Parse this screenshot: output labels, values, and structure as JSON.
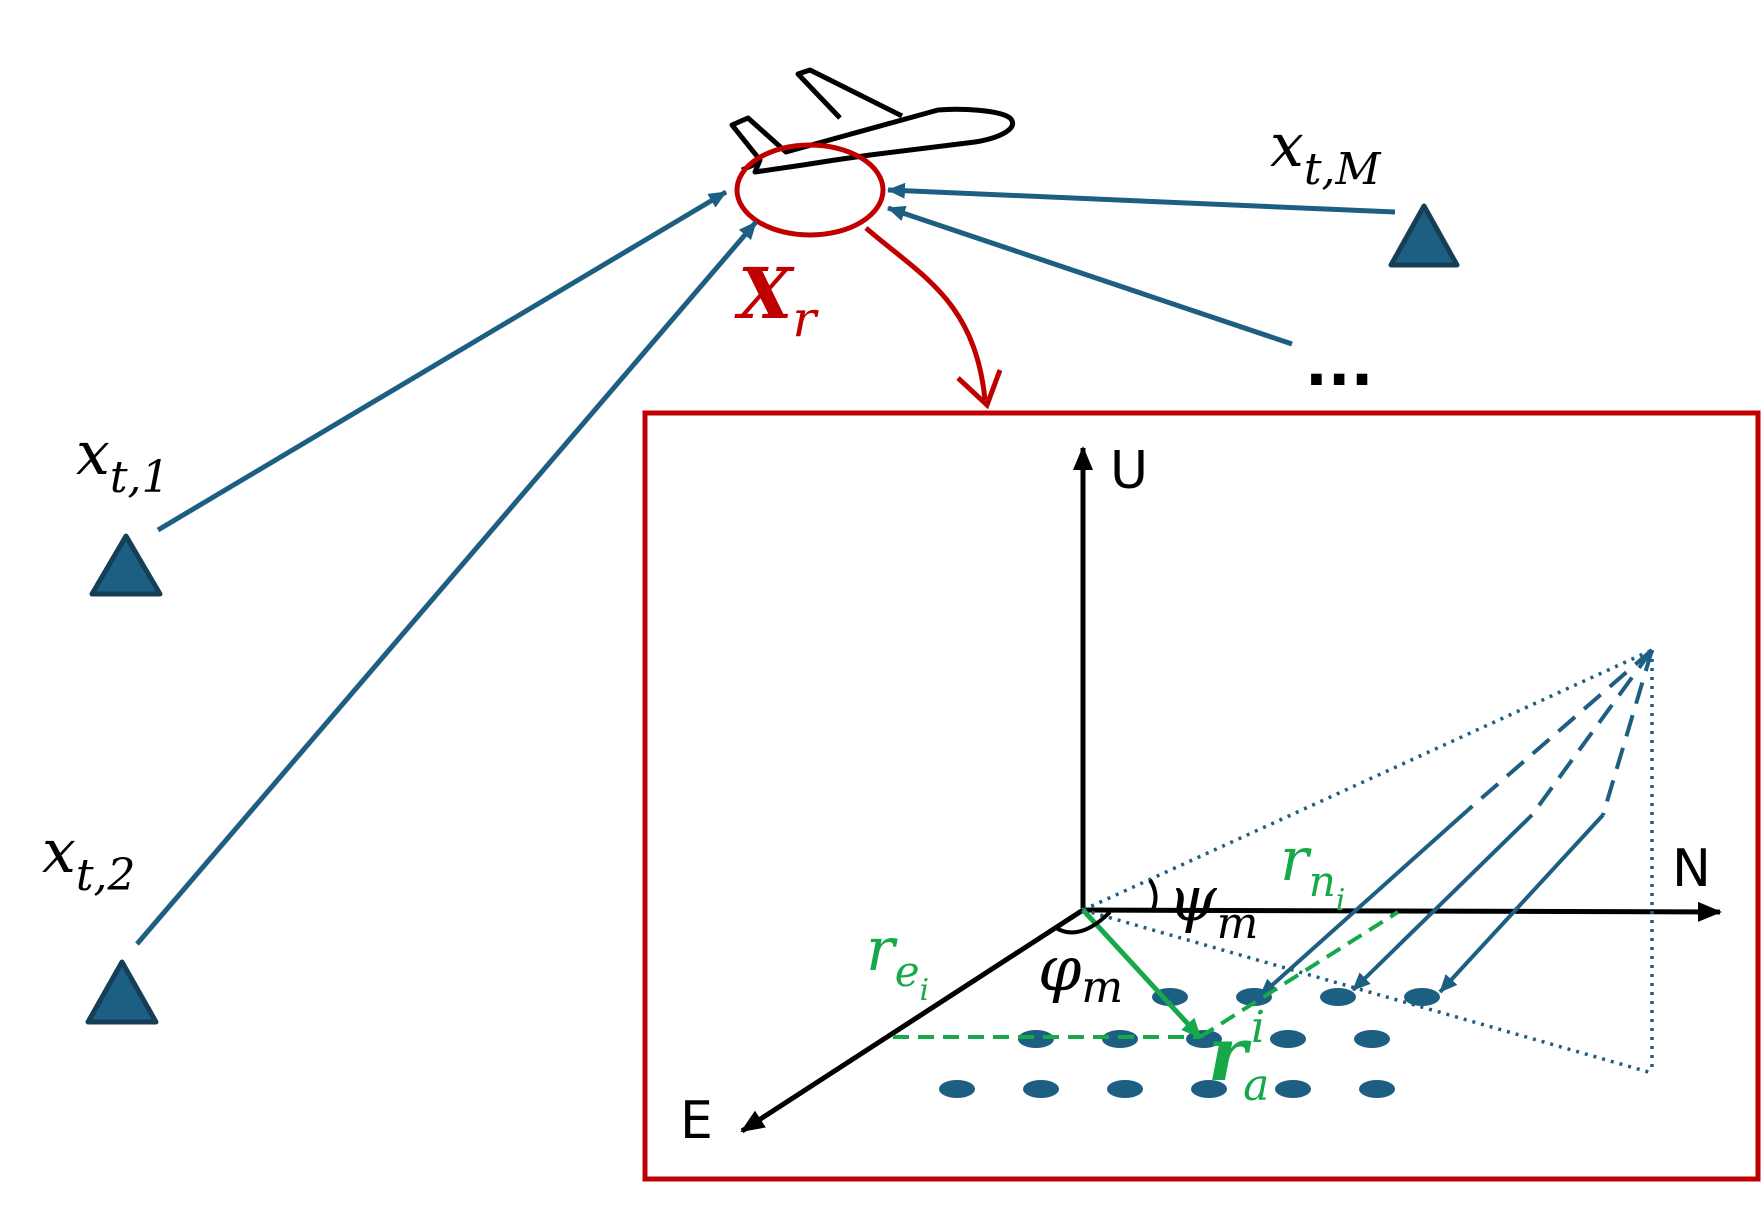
{
  "colors": {
    "link": "#1d5f82",
    "station_fill": "#1d5f82",
    "station_stroke": "#153f57",
    "receiver": "#c00000",
    "green": "#17a84a",
    "axis": "#000000",
    "element": "#1d5f82"
  },
  "icons": {
    "aircraft": "airplane-outline-icon",
    "station": "triangle-icon"
  },
  "labels": {
    "tx1": {
      "base": "x",
      "sub": "t,1"
    },
    "tx2": {
      "base": "x",
      "sub": "t,2"
    },
    "txM": {
      "base": "x",
      "sub": "t,M"
    },
    "ellipsis": "...",
    "receiver": {
      "base": "X",
      "sub": "r"
    }
  },
  "inset": {
    "axes": {
      "up": "U",
      "north": "N",
      "east": "E"
    },
    "angles": {
      "elevation": {
        "base": "ψ",
        "sub": "m"
      },
      "azimuth": {
        "base": "φ",
        "sub": "m"
      }
    },
    "vectors": {
      "north_component": {
        "base": "r",
        "sub": "n",
        "subsub": "i"
      },
      "east_component": {
        "base": "r",
        "sub": "e",
        "subsub": "i"
      },
      "antenna": {
        "base": "r",
        "sub": "a",
        "sup": "i"
      }
    },
    "array_rows": [
      4,
      5,
      6
    ]
  }
}
